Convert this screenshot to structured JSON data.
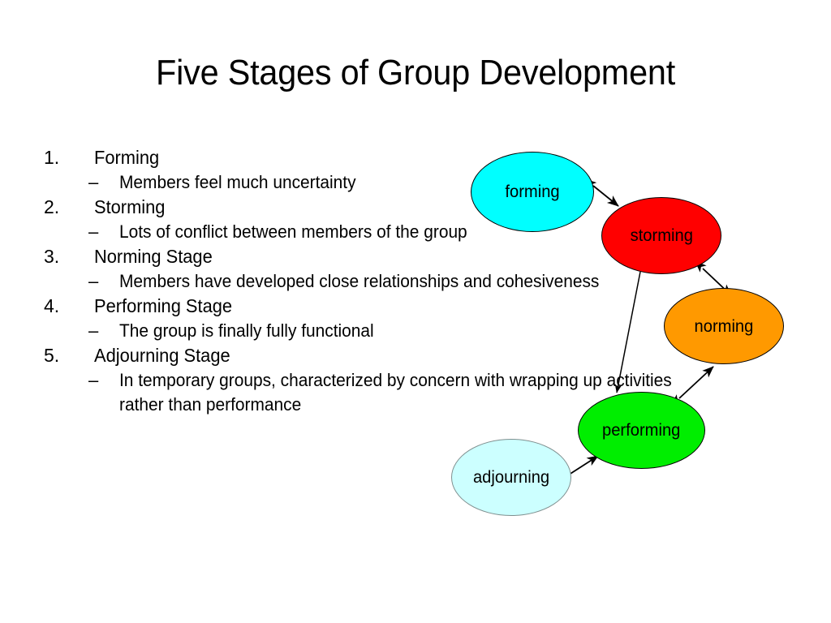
{
  "slide": {
    "title": "Five Stages of Group Development",
    "background_color": "#FFFFFF",
    "text_color": "#000000"
  },
  "outline": [
    {
      "number": "1.",
      "label": "Forming",
      "sub_marker": "–",
      "sub_text": "Members feel much uncertainty"
    },
    {
      "number": "2.",
      "label": "Storming",
      "sub_marker": "–",
      "sub_text": "Lots of conflict between members of the group"
    },
    {
      "number": "3.",
      "label": "Norming Stage",
      "sub_marker": "–",
      "sub_text": "Members have developed close relationships and cohesiveness"
    },
    {
      "number": "4.",
      "label": "Performing Stage",
      "sub_marker": "–",
      "sub_text": "The group is finally fully functional"
    },
    {
      "number": "5.",
      "label": "Adjourning Stage",
      "sub_marker": "–",
      "sub_text": "In temporary groups, characterized by concern with wrapping up activities rather than performance"
    }
  ],
  "diagram": {
    "nodes": [
      {
        "id": "forming",
        "label": "forming",
        "fill": "#00FFFF",
        "stroke": "#000000"
      },
      {
        "id": "storming",
        "label": "storming",
        "fill": "#FF0000",
        "stroke": "#000000"
      },
      {
        "id": "norming",
        "label": "norming",
        "fill": "#FF9900",
        "stroke": "#000000"
      },
      {
        "id": "performing",
        "label": "performing",
        "fill": "#00EE00",
        "stroke": "#000000"
      },
      {
        "id": "adjourning",
        "label": "adjourning",
        "fill": "#CCFFFF",
        "stroke": "#7F8F8F"
      }
    ],
    "connectors": [
      {
        "id": "forming-storming",
        "from": "forming",
        "to": "storming",
        "style": "double-arrow"
      },
      {
        "id": "storming-norming",
        "from": "storming",
        "to": "norming",
        "style": "double-arrow"
      },
      {
        "id": "storming-performing",
        "from": "storming",
        "to": "performing",
        "style": "single-arrow"
      },
      {
        "id": "norming-performing",
        "from": "norming",
        "to": "performing",
        "style": "double-arrow"
      },
      {
        "id": "performing-adjourning",
        "from": "performing",
        "to": "adjourning",
        "style": "double-arrow"
      }
    ]
  }
}
